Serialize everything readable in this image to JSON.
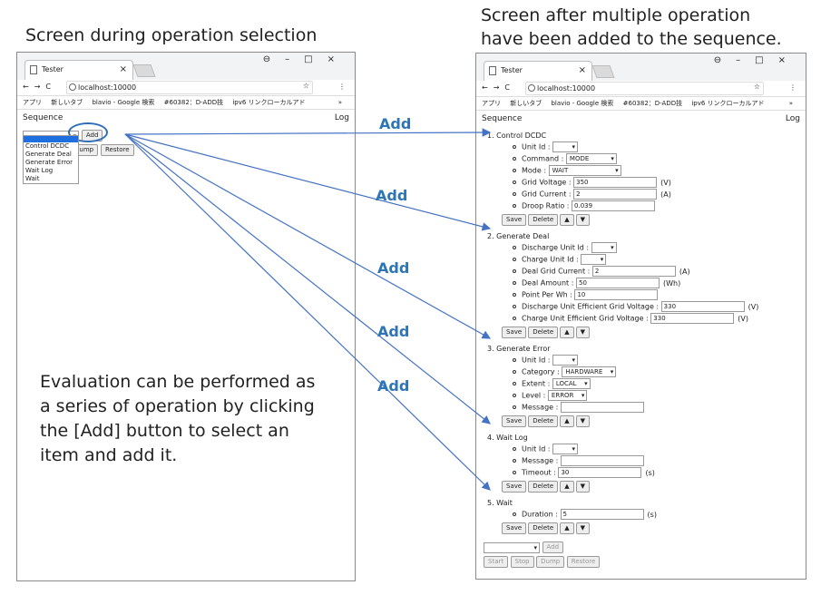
{
  "captions": {
    "left": "Screen during operation selection",
    "right_line1": "Screen after multiple operation",
    "right_line2": "have been added to the sequence."
  },
  "browser": {
    "tab_title": "Tester",
    "tab_close": "×",
    "url": "localhost:10000",
    "win_profile": "⊖",
    "win_min": "–",
    "win_max": "□",
    "win_close": "×",
    "bookmarks": [
      "アプリ",
      "新しいタブ",
      "blavio - Google 検索",
      "#60382：D-ADD技",
      "ipv6 リンクローカルアド"
    ],
    "bookmarks_more": "»"
  },
  "left_panel": {
    "sequence_label": "Sequence",
    "log_label": "Log",
    "add_button": "Add",
    "dump_button": "Dump",
    "restore_button": "Restore",
    "dropdown_options": [
      "Control DCDC",
      "Generate Deal",
      "Generate Error",
      "Wait Log",
      "Wait"
    ]
  },
  "right_panel": {
    "sequence_label": "Sequence",
    "log_label": "Log",
    "steps": [
      {
        "title": "1. Control DCDC",
        "fields": [
          {
            "label": "Unit Id :",
            "type": "select",
            "value": ""
          },
          {
            "label": "Command :",
            "type": "select",
            "value": "MODE"
          },
          {
            "label": "Mode :",
            "type": "select",
            "value": "WAIT"
          },
          {
            "label": "Grid Voltage :",
            "type": "input",
            "value": "350",
            "unit": "(V)"
          },
          {
            "label": "Grid Current :",
            "type": "input",
            "value": "2",
            "unit": "(A)"
          },
          {
            "label": "Droop Ratio :",
            "type": "input",
            "value": "0.039"
          }
        ]
      },
      {
        "title": "2. Generate Deal",
        "fields": [
          {
            "label": "Discharge Unit Id :",
            "type": "select",
            "value": ""
          },
          {
            "label": "Charge Unit Id :",
            "type": "select",
            "value": ""
          },
          {
            "label": "Deal Grid Current :",
            "type": "input",
            "value": "2",
            "unit": "(A)"
          },
          {
            "label": "Deal Amount :",
            "type": "input",
            "value": "50",
            "unit": "(Wh)"
          },
          {
            "label": "Point Per Wh :",
            "type": "input",
            "value": "10"
          },
          {
            "label": "Discharge Unit Efficient Grid Voltage :",
            "type": "input",
            "value": "330",
            "unit": "(V)"
          },
          {
            "label": "Charge Unit Efficient Grid Voltage :",
            "type": "input",
            "value": "330",
            "unit": "(V)"
          }
        ]
      },
      {
        "title": "3. Generate Error",
        "fields": [
          {
            "label": "Unit Id :",
            "type": "select",
            "value": ""
          },
          {
            "label": "Category :",
            "type": "select",
            "value": "HARDWARE"
          },
          {
            "label": "Extent :",
            "type": "select",
            "value": "LOCAL"
          },
          {
            "label": "Level :",
            "type": "select",
            "value": "ERROR"
          },
          {
            "label": "Message :",
            "type": "input",
            "value": ""
          }
        ]
      },
      {
        "title": "4. Wait Log",
        "fields": [
          {
            "label": "Unit Id :",
            "type": "select",
            "value": ""
          },
          {
            "label": "Message :",
            "type": "input",
            "value": ""
          },
          {
            "label": "Timeout :",
            "type": "input",
            "value": "30",
            "unit": "(s)"
          }
        ]
      },
      {
        "title": "5. Wait",
        "fields": [
          {
            "label": "Duration :",
            "type": "input",
            "value": "5",
            "unit": "(s)"
          }
        ]
      }
    ],
    "step_buttons": {
      "save": "Save",
      "delete": "Delete",
      "up": "▲",
      "down": "▼"
    },
    "add_button": "Add",
    "bottom_buttons": [
      "Start",
      "Stop",
      "Dump",
      "Restore"
    ]
  },
  "annotations": {
    "add_labels": [
      "Add",
      "Add",
      "Add",
      "Add",
      "Add"
    ],
    "evaluation_note": "Evaluation can be performed as a series of operation by clicking the [Add] button to select an item and add it."
  },
  "colors": {
    "accent_blue": "#2e75b6",
    "arrow_blue": "#4472c4",
    "dropdown_highlight": "#1e70e0"
  }
}
